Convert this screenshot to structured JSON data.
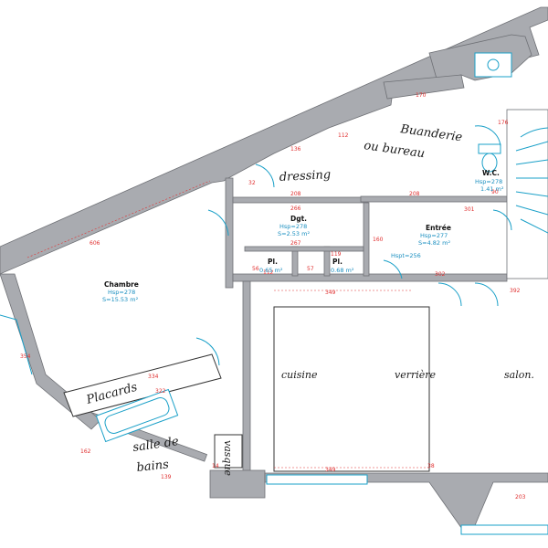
{
  "rooms": {
    "chambre": {
      "name": "Chambre",
      "hsp": "Hsp=278",
      "area": "S=15.53 m²"
    },
    "dgt": {
      "name": "Dgt.",
      "hsp": "Hsp=278",
      "area": "S=2.53 m²"
    },
    "entree": {
      "name": "Entrée",
      "hsp": "Hsp=277",
      "area": "S=4.82 m²",
      "hspt": "Hspt=256"
    },
    "wc": {
      "name": "W.C.",
      "hsp": "Hsp=278",
      "area": "1.41 m²"
    },
    "pl1": {
      "name": "Pl.",
      "area": "0.65 m²"
    },
    "pl2": {
      "name": "Pl.",
      "area": "0.68 m²"
    }
  },
  "handwritten": {
    "buanderie": "Buanderie",
    "ou_bureau": "ou bureau",
    "dressing": "dressing",
    "placards": "Placards",
    "salle_de": "salle de",
    "bains": "bains",
    "cuisine": "cuisine",
    "verriere": "verrière",
    "salon": "salon.",
    "vasque": "vasque"
  },
  "dimensions": {
    "d606": "606",
    "d170": "170",
    "d112": "112",
    "d136": "136",
    "d176": "176",
    "d208a": "208",
    "d208b": "208",
    "d301": "301",
    "d266": "266",
    "d267": "267",
    "d349a": "349",
    "d349b": "349",
    "d392": "392",
    "d302": "302",
    "d334": "334",
    "d322": "322",
    "d139": "139",
    "d38": "38",
    "d203": "203",
    "d119": "119",
    "d112b": "112",
    "d90": "90",
    "d32": "32",
    "d56": "56",
    "d57": "57",
    "d160": "160",
    "d354": "354",
    "d162": "162",
    "d14": "14"
  },
  "colors": {
    "wall": "#a9abb0",
    "dimension": "#e03030",
    "annotation": "#1a8fc0"
  }
}
